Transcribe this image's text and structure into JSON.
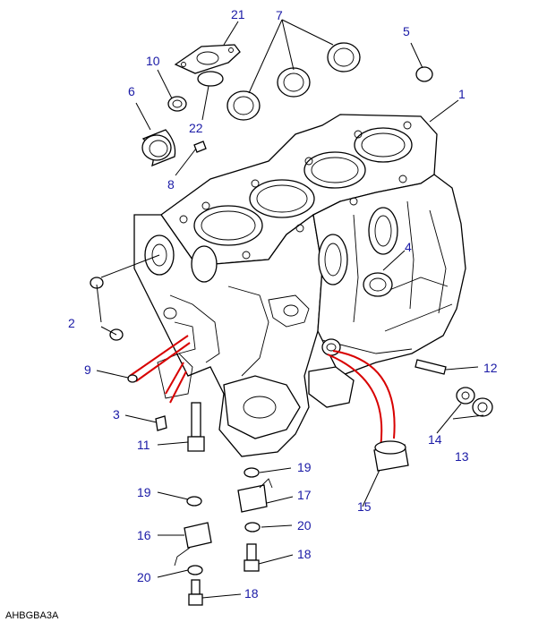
{
  "diagram": {
    "caption": "AHBGBA3A",
    "colors": {
      "callout": "#1a1aa6",
      "ink": "#000000",
      "highlight": "#d80000"
    },
    "callouts": {
      "c1": "1",
      "c2": "2",
      "c3": "3",
      "c4": "4",
      "c5": "5",
      "c6": "6",
      "c7": "7",
      "c8": "8",
      "c9": "9",
      "c10": "10",
      "c11": "11",
      "c12": "12",
      "c13": "13",
      "c14": "14",
      "c15": "15",
      "c16": "16",
      "c17": "17",
      "c18a": "18",
      "c18b": "18",
      "c19a": "19",
      "c19b": "19",
      "c20a": "20",
      "c20b": "20",
      "c21": "21",
      "c22": "22"
    }
  }
}
